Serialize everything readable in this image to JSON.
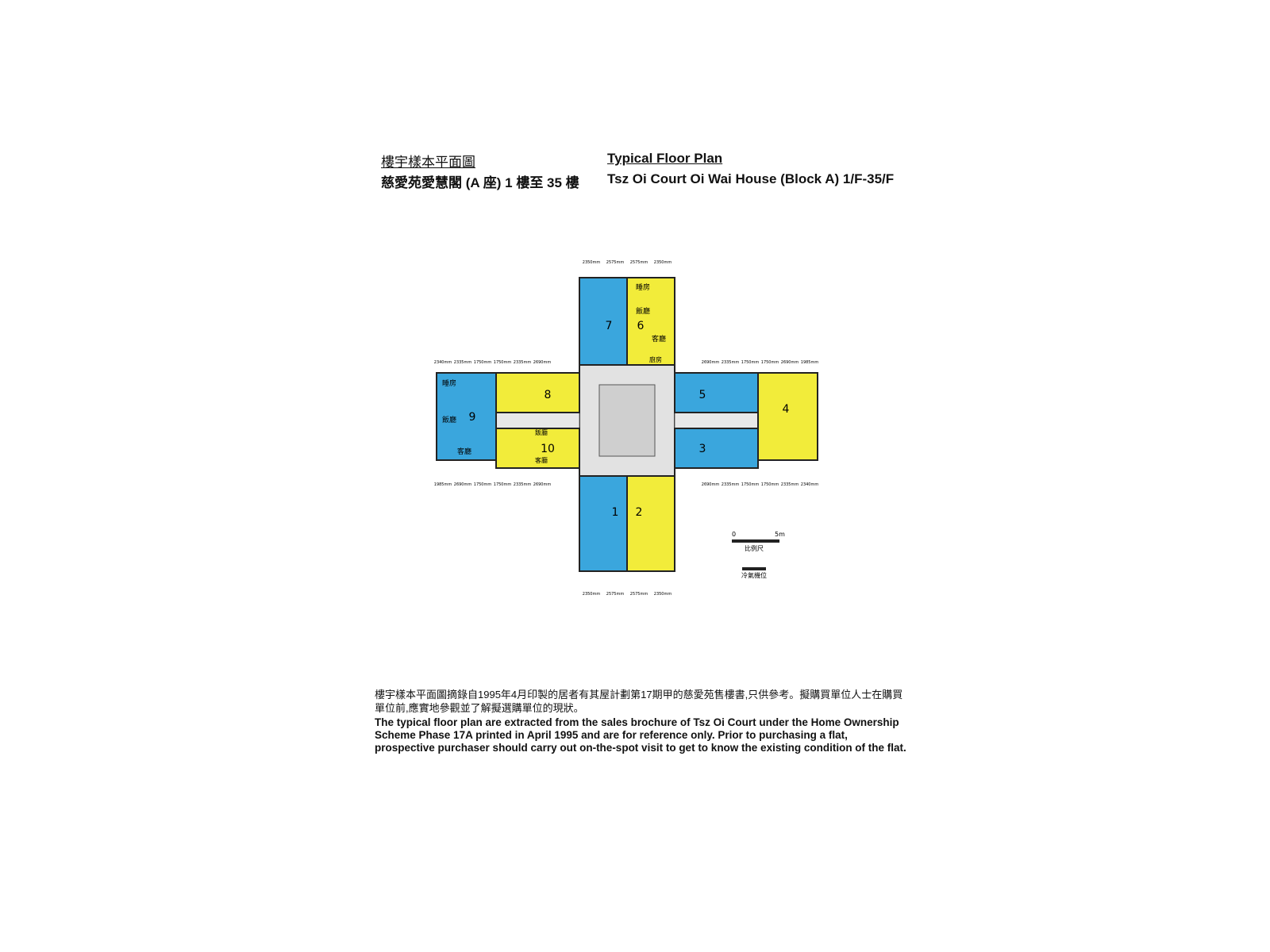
{
  "header": {
    "title_zh": "樓宇樣本平面圖",
    "subtitle_zh": "慈愛苑愛慧閣 (A 座) 1 樓至 35 樓",
    "title_en": "Typical Floor Plan",
    "subtitle_en": "Tsz Oi Court Oi Wai House (Block A) 1/F-35/F"
  },
  "plan": {
    "colors": {
      "blue": "#3aa6dd",
      "yellow": "#f2ec3a",
      "core": "#e2e2e2",
      "wall": "#222222"
    },
    "units": [
      "1",
      "2",
      "3",
      "4",
      "5",
      "6",
      "7",
      "8",
      "9",
      "10"
    ],
    "room_labels": {
      "bedroom": "睡房",
      "dining": "飯廳",
      "living": "客廳",
      "kitchen": "廚房"
    },
    "dimensions_top": [
      "2350mm",
      "2575mm",
      "2575mm",
      "2350mm"
    ],
    "dimensions_bottom": [
      "2350mm",
      "2575mm",
      "2575mm",
      "2350mm"
    ],
    "dimensions_left_upper": [
      "2340mm",
      "2335mm",
      "1750mm",
      "1750mm",
      "2335mm",
      "2690mm"
    ],
    "dimensions_left_lower": [
      "1985mm",
      "2690mm",
      "1750mm",
      "1750mm",
      "2335mm",
      "2690mm"
    ],
    "dimensions_right_upper": [
      "2690mm",
      "2335mm",
      "1750mm",
      "1750mm",
      "2690mm",
      "1985mm"
    ],
    "dimensions_right_lower": [
      "2690mm",
      "2335mm",
      "1750mm",
      "1750mm",
      "2335mm",
      "2340mm"
    ],
    "scale": {
      "zero": "0",
      "end": "5m",
      "label": "比例尺"
    },
    "ac_legend": "冷氣機位"
  },
  "notes": {
    "zh": "樓宇樣本平面圖摘錄自1995年4月印製的居者有其屋計劃第17期甲的慈愛苑售樓書,只供參考。擬購買單位人士在購買單位前,應實地參觀並了解擬選購單位的現狀。",
    "en": "The typical floor plan are extracted from the sales brochure of Tsz Oi Court under the Home Ownership Scheme Phase 17A printed in April 1995 and are for reference only. Prior to purchasing a flat, prospective purchaser should carry out on-the-spot visit to get to know the existing condition of the flat."
  }
}
